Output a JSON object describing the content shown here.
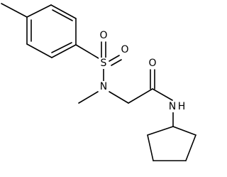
{
  "molecule": {
    "atoms": {
      "S": "S",
      "O_top": "O",
      "O_right": "O",
      "N_sulfonamide": "N",
      "O_carbonyl": "O",
      "N_amide": "N",
      "H_amide": "H"
    }
  },
  "colors": {
    "line": "#000000",
    "background": "#ffffff"
  }
}
